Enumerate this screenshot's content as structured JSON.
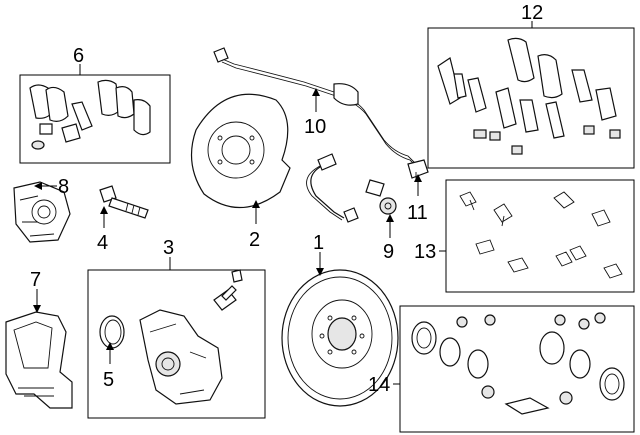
{
  "callouts": {
    "c1": "1",
    "c2": "2",
    "c3": "3",
    "c4": "4",
    "c5": "5",
    "c6": "6",
    "c7": "7",
    "c8": "8",
    "c9": "9",
    "c10": "10",
    "c11": "11",
    "c12": "12",
    "c13": "13",
    "c14": "14"
  },
  "colors": {
    "line": "#000000",
    "fill": "#ffffff",
    "shade": "#e6e6e6"
  }
}
